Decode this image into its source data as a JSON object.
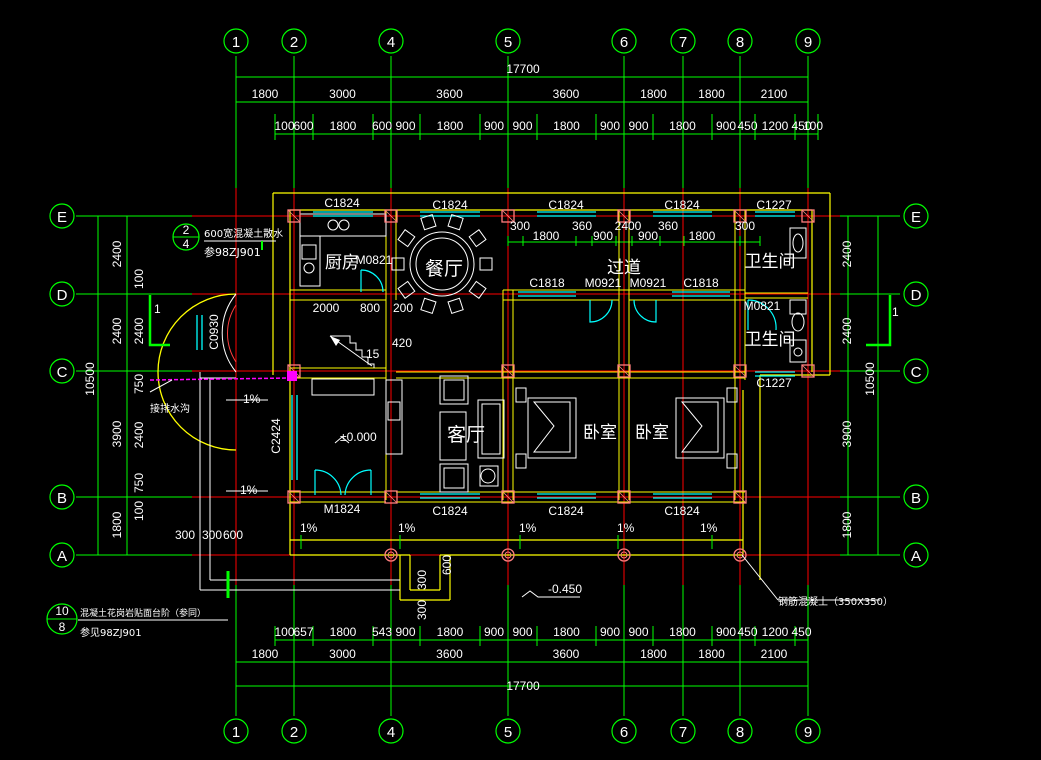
{
  "axes": {
    "vertical": [
      "1",
      "2",
      "4",
      "5",
      "6",
      "7",
      "8",
      "9"
    ],
    "horizontal": [
      "E",
      "D",
      "C",
      "B",
      "A"
    ]
  },
  "dims": {
    "total": "17700",
    "top_major": [
      "1800",
      "3000",
      "3600",
      "3600",
      "1800",
      "1800",
      "2100"
    ],
    "top_detail": [
      "100",
      "600",
      "1800",
      "600",
      "900",
      "1800",
      "900",
      "900",
      "1800",
      "900",
      "900",
      "1800",
      "900",
      "450",
      "1200",
      "450",
      "100"
    ],
    "bottom_detail": [
      "100",
      "657",
      "1800",
      "543",
      "900",
      "1800",
      "900",
      "900",
      "1800",
      "900",
      "900",
      "1800",
      "900",
      "450",
      "1200",
      "450"
    ],
    "bottom_major": [
      "1800",
      "3000",
      "3600",
      "3600",
      "1800",
      "1800",
      "2100"
    ],
    "left_outer": "10500",
    "left_inner": [
      "2400",
      "2400",
      "3900",
      "1800"
    ],
    "left_detail": [
      "100",
      "750",
      "2400",
      "750",
      "100"
    ],
    "right_outer": "10500",
    "right_inner": [
      "2400",
      "2400",
      "3900",
      "1800"
    ],
    "corridor": [
      "300",
      "1800",
      "360",
      "900",
      "2400",
      "900",
      "360",
      "1800",
      "300"
    ],
    "stair": [
      "2000",
      "800",
      "200"
    ],
    "porch": [
      "300",
      "300",
      "600"
    ],
    "front_step": [
      "300",
      "300",
      "600"
    ]
  },
  "rooms": {
    "kitchen": "厨房",
    "dining": "餐厅",
    "corridor": "过道",
    "bath_1": "卫生间",
    "bath_2": "卫生间",
    "living": "客厅",
    "bed_1": "卧室",
    "bed_2": "卧室"
  },
  "openings": {
    "top_windows": [
      "C1824",
      "C1824",
      "C1824",
      "C1824",
      "C1227"
    ],
    "inner_windows": [
      "C1818",
      "C1818"
    ],
    "doors_inner": [
      "M0821",
      "M0921",
      "M0921",
      "M0821"
    ],
    "window_bay": "C0930",
    "window_living": "C2424",
    "window_bath": "C1227",
    "main_door": "M1824",
    "front_windows": [
      "C1824",
      "C1824",
      "C1824"
    ]
  },
  "levels": {
    "floor": "±0.000",
    "ground": "-0.450",
    "stair_step": "420",
    "stair_mark": "15"
  },
  "slopes": [
    "1%",
    "1%",
    "1%",
    "1%",
    "1%",
    "1%",
    "1%"
  ],
  "notes": {
    "drain_ref_num": "2",
    "drain_ref_den": "4",
    "drain_text": "600宽混凝土散水",
    "drain_ref": "参98ZJ901",
    "step_ref_num": "10",
    "step_ref_den": "8",
    "step_text": "混凝土花岗岩贴面台阶（参同）",
    "step_ref": "参见98ZJ901",
    "gutter": "接排水沟",
    "column": "钢筋混凝土（350X350）",
    "section_mark": "1"
  },
  "colors": {
    "axis": "#00ff00",
    "wall": "#ffff00",
    "grid_red": "#ff0000",
    "window": "#00ffff",
    "text": "#ffffff",
    "column": "#ff7f7f",
    "magenta": "#ff00ff"
  }
}
